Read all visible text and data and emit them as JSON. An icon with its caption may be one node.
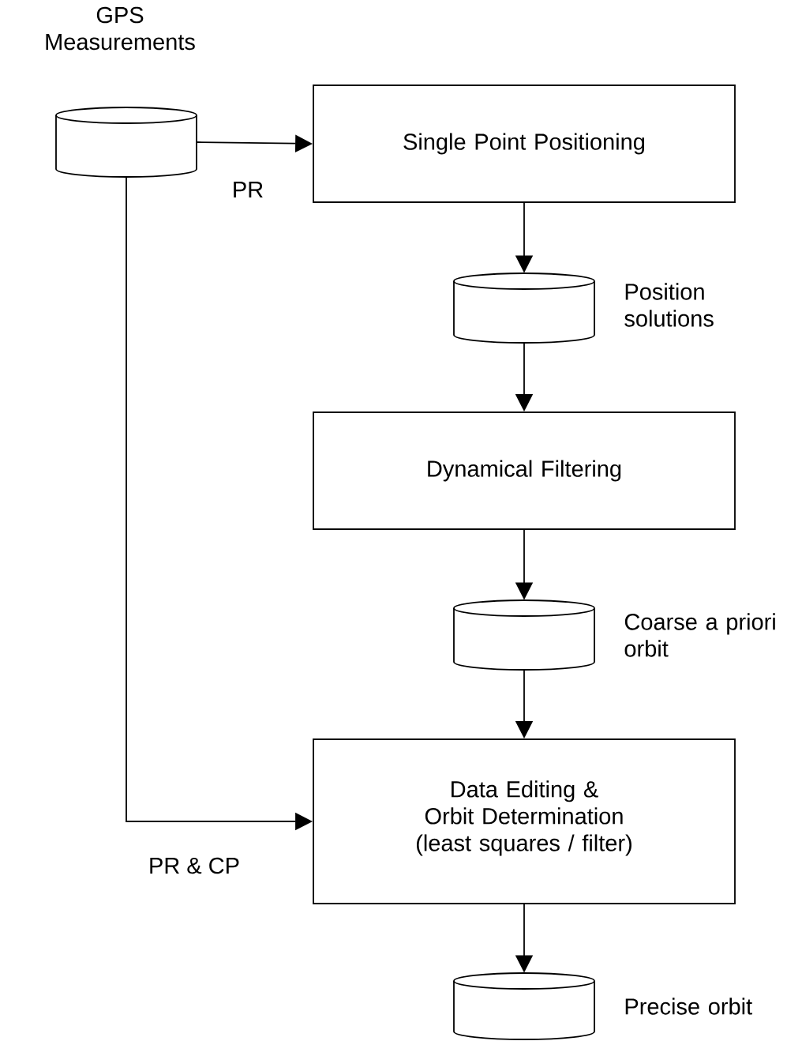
{
  "diagram": {
    "nodes": [
      {
        "text": [],
        "shape": "cylinder",
        "beside": [
          "GPS Measurements"
        ]
      },
      {
        "text": [
          "Single Point Positioning"
        ]
      },
      {
        "text": [],
        "shape": "cylinder",
        "beside": [
          "Position solutions"
        ]
      },
      {
        "text": [
          "Dynamical Filtering"
        ]
      },
      {
        "text": [],
        "shape": "cylinder",
        "beside": [
          "Coarse a priori orbit"
        ]
      },
      {
        "text": [
          "Data Editing & Orbit Determination",
          "(least squares / filter)"
        ]
      },
      {
        "text": [],
        "shape": "cylinder",
        "beside": [
          "Precise orbit"
        ]
      }
    ],
    "edges": [
      {
        "from": 0,
        "to": 1,
        "arrow": "to",
        "label": "PR"
      },
      {
        "from": 1,
        "to": 2,
        "arrow": "to"
      },
      {
        "from": 2,
        "to": 3,
        "arrow": "to"
      },
      {
        "from": 3,
        "to": 4,
        "arrow": "to"
      },
      {
        "from": 4,
        "to": 5,
        "arrow": "to"
      },
      {
        "from": 0,
        "to": 5,
        "arrow": "to",
        "label": "PR & CP"
      },
      {
        "from": 5,
        "to": 6,
        "arrow": "to"
      }
    ]
  }
}
